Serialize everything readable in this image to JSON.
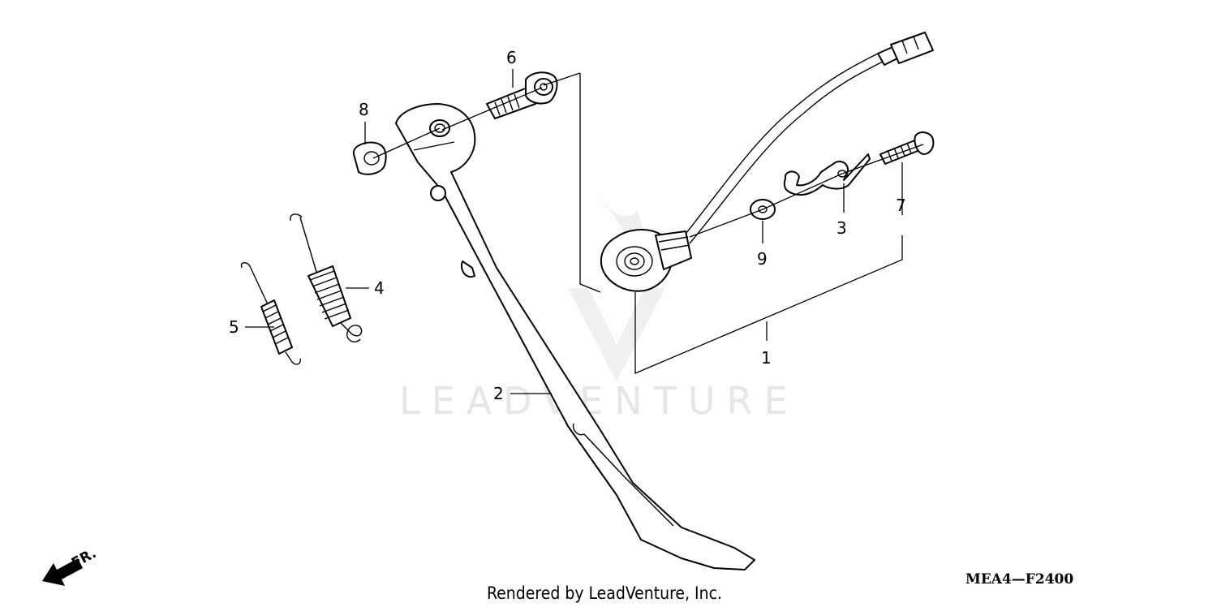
{
  "diagram": {
    "watermark": "LEADVENTURE",
    "footer_text": "Rendered by LeadVenture, Inc.",
    "diagram_code": "MEA4—F2400",
    "direction_label": "FR.",
    "callouts": {
      "c1": "1",
      "c2": "2",
      "c3": "3",
      "c4": "4",
      "c5": "5",
      "c6": "6",
      "c7": "7",
      "c8": "8",
      "c9": "9"
    }
  }
}
